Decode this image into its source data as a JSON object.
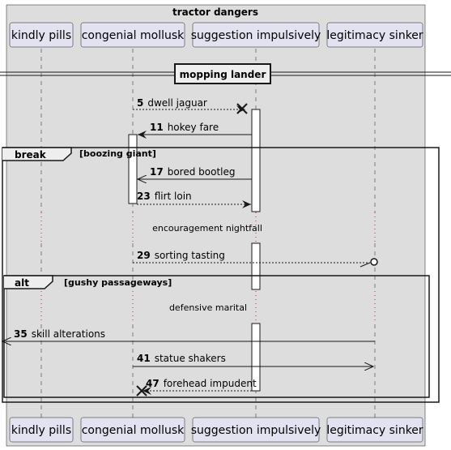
{
  "box": {
    "title": "tractor dangers"
  },
  "participants": [
    "kindly pills",
    "congenial mollusk",
    "suggestion impulsively",
    "legitimacy sinker"
  ],
  "divider": "mopping lander",
  "messages": [
    {
      "num": "5",
      "text": "dwell jaguar"
    },
    {
      "num": "11",
      "text": "hokey fare"
    },
    {
      "num": "17",
      "text": "bored bootleg"
    },
    {
      "num": "23",
      "text": "flirt loin"
    },
    {
      "num": "29",
      "text": "sorting tasting"
    },
    {
      "num": "35",
      "text": "skill alterations"
    },
    {
      "num": "41",
      "text": "statue shakers"
    },
    {
      "num": "47",
      "text": "forehead impudent"
    }
  ],
  "delays": [
    "encouragement nightfall",
    "defensive marital"
  ],
  "fragments": [
    {
      "kind": "break",
      "condition": "[boozing giant]"
    },
    {
      "kind": "alt",
      "condition": "[gushy passageways]"
    }
  ],
  "colors": {
    "box_bg": "#dddddd",
    "participant_bg": "#e2e2f0",
    "participant_border": "#181818",
    "lifeline": "#181818"
  }
}
